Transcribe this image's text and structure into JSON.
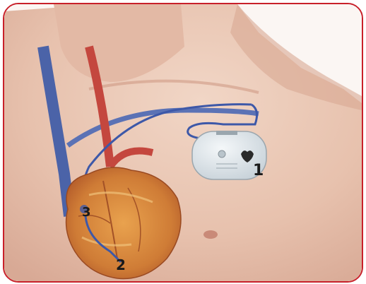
{
  "labels": {
    "pacemaker": "1",
    "ventricle_lead": "2",
    "atrium_lead": "3"
  },
  "colors": {
    "frame": "#c8202a",
    "skin": "#e9c8b6",
    "vein": "#4b63a8",
    "artery": "#c4473e",
    "heart": "#d9843c"
  }
}
